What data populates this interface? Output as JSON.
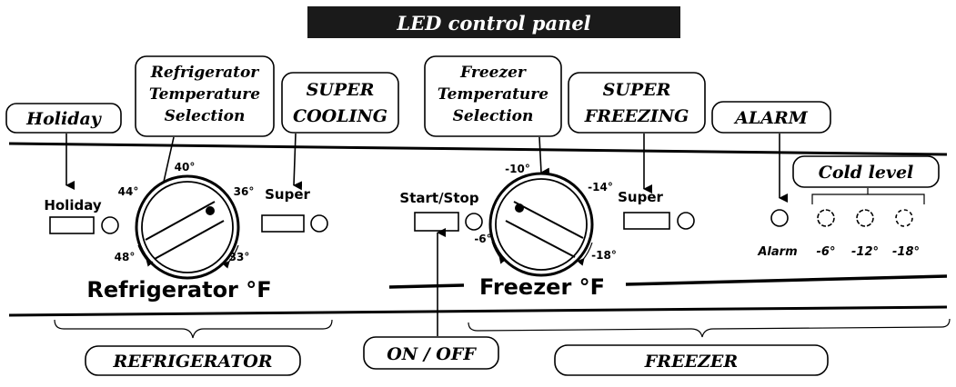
{
  "header": {
    "title": "LED control panel"
  },
  "callouts": {
    "holiday": "Holiday",
    "fridge_temp": [
      "Refrigerator",
      "Temperature",
      "Selection"
    ],
    "super_cooling": [
      "SUPER",
      "COOLING"
    ],
    "freezer_temp": [
      "Freezer",
      "Temperature",
      "Selection"
    ],
    "super_freezing": [
      "SUPER",
      "FREEZING"
    ],
    "alarm": "ALARM",
    "cold_level": "Cold level",
    "on_off": "ON / OFF",
    "refrigerator": "REFRIGERATOR",
    "freezer": "FREEZER"
  },
  "panel": {
    "holiday_label": "Holiday",
    "super_label_fridge": "Super",
    "start_stop_label": "Start/Stop",
    "super_label_freezer": "Super",
    "alarm_label": "Alarm",
    "fridge_title": "Refrigerator °F",
    "freezer_title": "Freezer °F",
    "fridge_dial": [
      "40°",
      "44°",
      "36°",
      "48°",
      "33°"
    ],
    "freezer_dial": [
      "-10°",
      "-14°",
      "-6°",
      "-18°"
    ],
    "cold_levels": [
      "-6°",
      "-12°",
      "-18°"
    ]
  },
  "colors": {
    "header_bg": "#1a1a1a",
    "header_text": "#ffffff",
    "ink": "#000000"
  }
}
